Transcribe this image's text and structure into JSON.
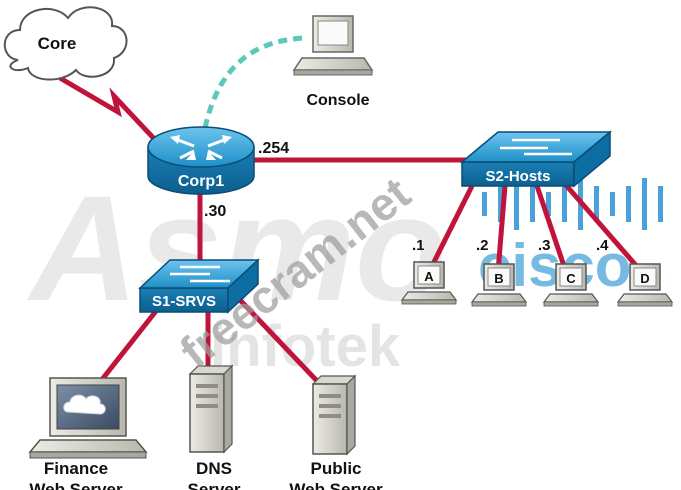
{
  "watermarks": {
    "freecram": "freecram.net",
    "asmo": "Asmo",
    "infotek": "infotek",
    "cisco": "cisco"
  },
  "nodes": {
    "core": "Core",
    "console": "Console",
    "corp1": "Corp1",
    "s1": "S1-SRVS",
    "s2": "S2-Hosts",
    "host_a": "A",
    "host_b": "B",
    "host_c": "C",
    "host_d": "D",
    "finance": [
      "Finance",
      "Web Server"
    ],
    "dns": [
      "DNS",
      "Server"
    ],
    "public": [
      "Public",
      "Web Server"
    ]
  },
  "interfaces": {
    "corp1_s2": ".254",
    "corp1_s1": ".30",
    "a": ".1",
    "b": ".2",
    "c": ".3",
    "d": ".4"
  },
  "colors": {
    "link": "#c0143c",
    "console_cable": "#5cc8b8",
    "device": "#1f8fc8",
    "device_dark": "#0c5f8f"
  }
}
